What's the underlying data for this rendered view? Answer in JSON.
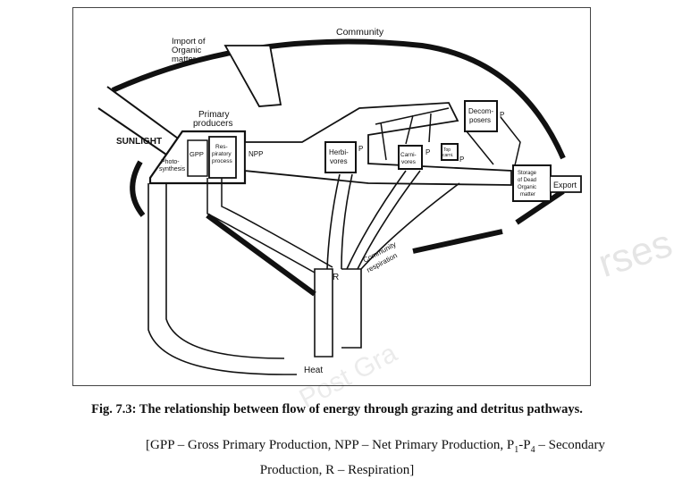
{
  "diagram": {
    "community": "Community",
    "import_line1": "Import of",
    "import_line2": "Organic",
    "import_line3": "matter",
    "sunlight": "SUNLIGHT",
    "primary_line1": "Primary",
    "primary_line2": "producers",
    "photo_line1": "Photo-",
    "photo_line2": "synthesis",
    "gpp": "GPP",
    "resp_line1": "Res-",
    "resp_line2": "piratory",
    "resp_line3": "process",
    "npp": "NPP",
    "herbi_line1": "Herbi-",
    "herbi_line2": "vores",
    "carni_line1": "Carni-",
    "carni_line2": "vores",
    "top_line1": "Top",
    "top_line2": "carni.",
    "decomp_line1": "Decom-",
    "decomp_line2": "posers",
    "storage_line1": "Storage",
    "storage_line2": "of Dead",
    "storage_line3": "Organic",
    "storage_line4": "matter",
    "export": "Export",
    "r": "R",
    "comm_resp_line1": "Community",
    "comm_resp_line2": "respiration",
    "heat": "Heat",
    "p_label": "P"
  },
  "caption": {
    "title": "Fig. 7.3: The relationship between flow of energy through grazing and detritus pathways.",
    "note_a": "[GPP – Gross Primary Production, NPP – Net Primary Production, P",
    "note_sub1": "1",
    "note_b": "-P",
    "note_sub2": "4",
    "note_c": " – Secondary",
    "note_line2": "Production, R – Respiration]"
  },
  "watermark": {
    "text1": "rses",
    "text2": "Post Gra"
  }
}
